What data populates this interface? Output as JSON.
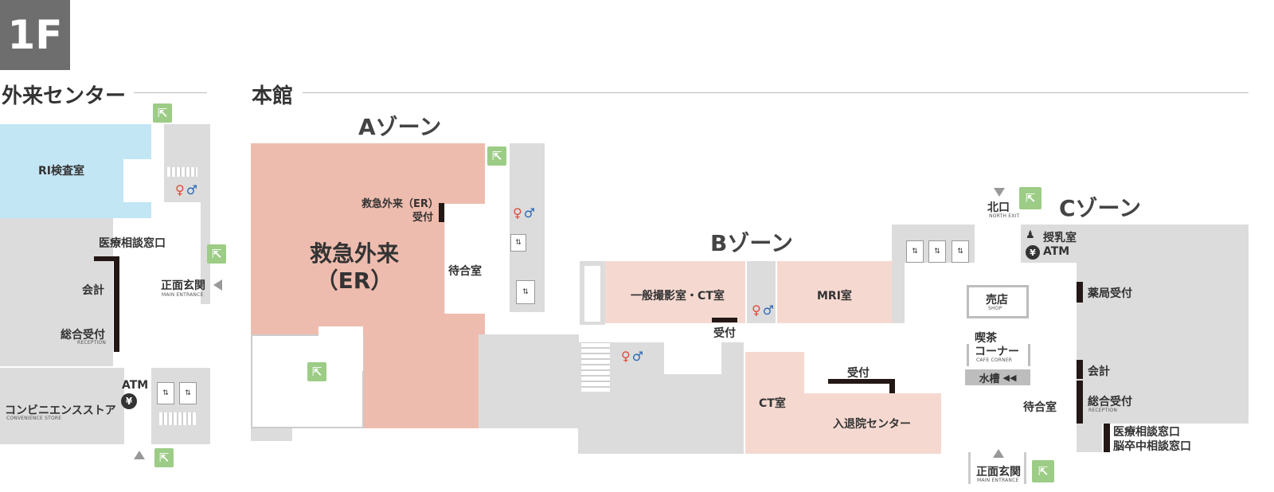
{
  "floor": "1F",
  "sections": {
    "outpatient": "外来センター",
    "main": "本館"
  },
  "zones": {
    "a": "Aゾーン",
    "b": "Bゾーン",
    "c": "Cゾーン"
  },
  "rooms": {
    "ri": "RI検査室",
    "medical_consult": "医療相談窓口",
    "cashier": "会計",
    "reception": "総合受付",
    "reception_en": "RECEPTION",
    "main_entrance": "正面玄関",
    "main_entrance_en": "MAIN ENTRANCE",
    "atm": "ATM",
    "convenience": "コンビニエンスストア",
    "convenience_en": "CONVENIENCE STORE",
    "er_line1": "救急外来",
    "er_line2": "（ER）",
    "er_reception_line1": "救急外来（ER）",
    "er_reception_line2": "受付",
    "waiting": "待合室",
    "xray_ct": "一般撮影室・CT室",
    "mri": "MRI室",
    "b_reception": "受付",
    "ct": "CT室",
    "admission_reception": "受付",
    "admission": "入退院センター",
    "north_exit": "北口",
    "north_exit_en": "NORTH EXIT",
    "nursing": "授乳室",
    "c_atm": "ATM",
    "pharmacy": "薬局受付",
    "shop": "売店",
    "shop_en": "SHOP",
    "cafe_line1": "喫茶",
    "cafe_line2": "コーナー",
    "cafe_en": "CAFE CORNER",
    "aquarium": "水槽",
    "c_waiting": "待合室",
    "c_cashier": "会計",
    "c_reception": "総合受付",
    "c_reception_en": "RECEPTION",
    "c_medical_consult": "医療相談窓口",
    "stroke_consult": "脳卒中相談窓口",
    "c_main_entrance": "正面玄関",
    "c_main_entrance_en": "MAIN ENTRANCE"
  },
  "colors": {
    "er": "#eebcae",
    "pink_light": "#f5d9d1",
    "ri": "#c3e6f5",
    "grey": "#dcdcdc",
    "exit_green": "#9ccc85"
  },
  "icons": [
    "emergency-exit-icon",
    "restroom-icon",
    "elevator-icon",
    "yen-icon",
    "baby-care-icon",
    "direction-arrow-icon"
  ]
}
